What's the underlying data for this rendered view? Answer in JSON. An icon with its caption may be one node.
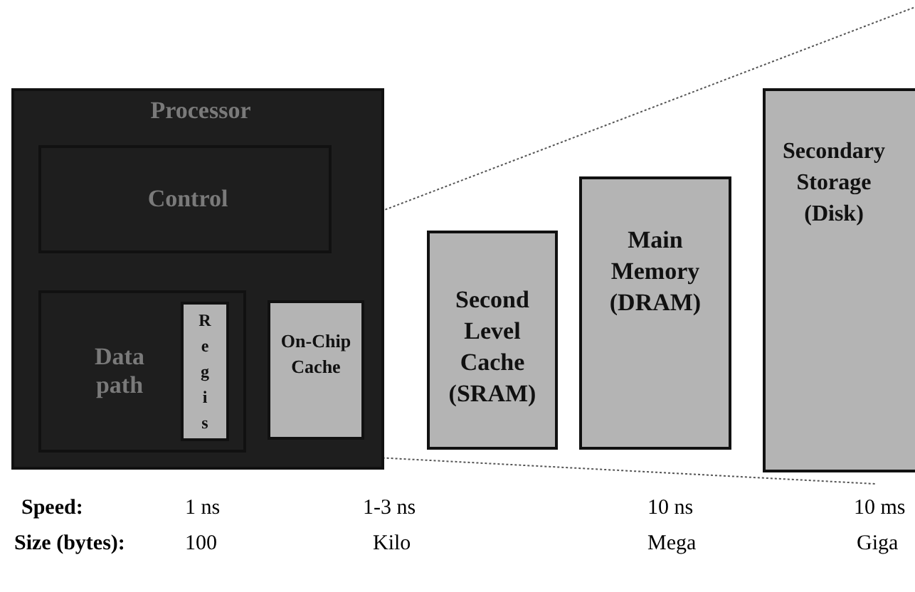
{
  "diagram": {
    "nodes": [
      {
        "text": [
          "Processor"
        ]
      },
      {
        "text": [
          "Control"
        ],
        "in": 0
      },
      {
        "text": [
          "Data path"
        ],
        "in": 0
      },
      {
        "text": [
          "Regis"
        ],
        "in": 2
      },
      {
        "text": [
          "On-Chip Cache"
        ],
        "in": 0
      },
      {
        "text": [
          "Second Level Cache (SRAM)"
        ]
      },
      {
        "text": [
          "Main Memory (DRAM)"
        ]
      },
      {
        "text": [
          "Secondary Storage (Disk)"
        ]
      }
    ],
    "labels": [
      "Speed:",
      "1 ns",
      "1-3 ns",
      "10 ns",
      "10 ms",
      "Size (bytes):",
      "100",
      "Kilo",
      "Mega",
      "Giga"
    ]
  }
}
